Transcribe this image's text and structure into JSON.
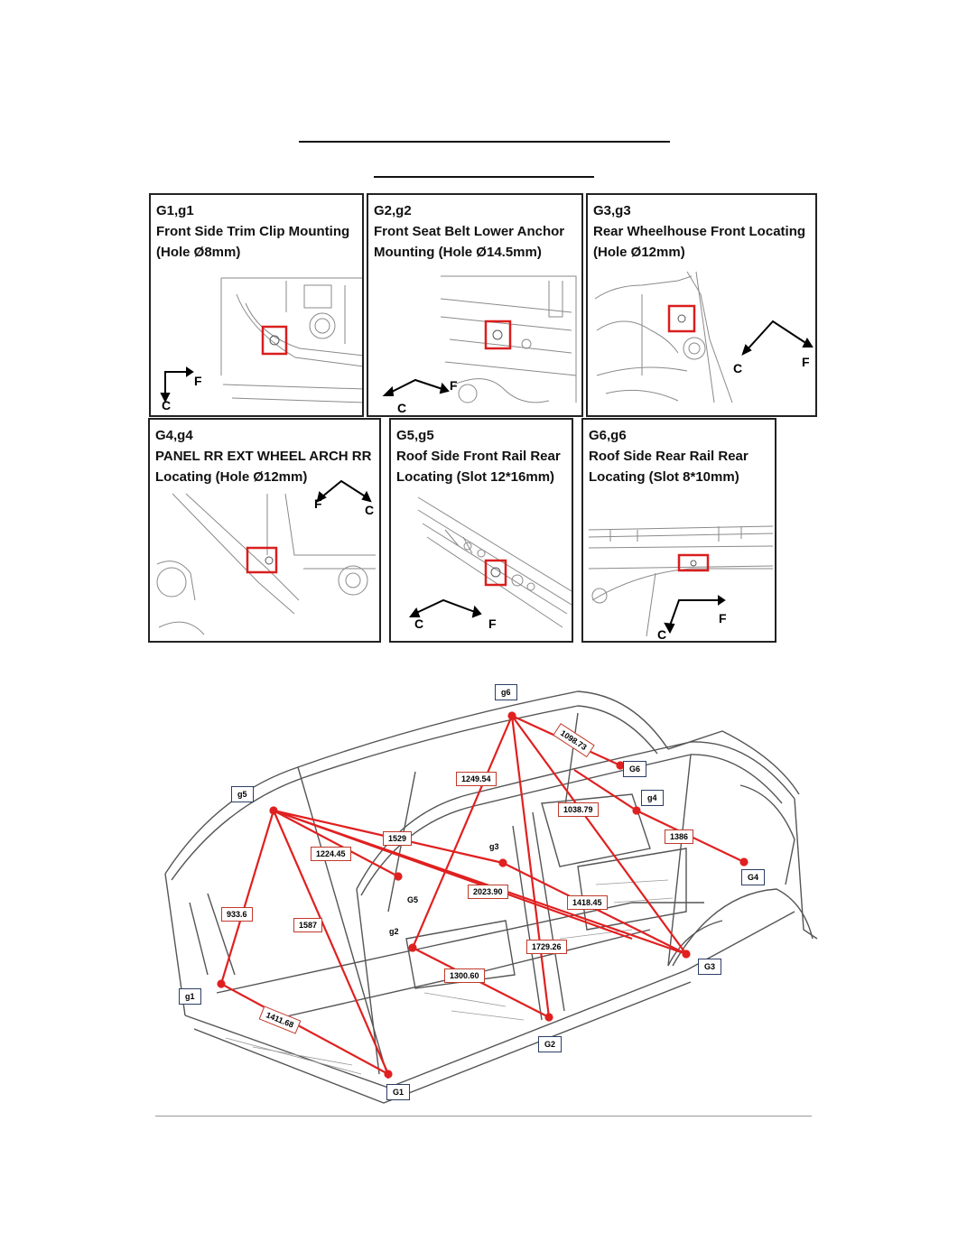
{
  "panels": [
    {
      "id": "g1",
      "title": "G1,g1\nFront Side Trim Clip Mounting\n(Hole Ø8mm)",
      "axis": [
        "C",
        "F"
      ]
    },
    {
      "id": "g2",
      "title": "G2,g2\nFront Seat Belt Lower Anchor\nMounting (Hole Ø14.5mm)",
      "axis": [
        "C",
        "F"
      ]
    },
    {
      "id": "g3",
      "title": "G3,g3\nRear Wheelhouse Front Locating\n(Hole Ø12mm)",
      "axis": [
        "C",
        "F"
      ]
    },
    {
      "id": "g4",
      "title": "G4,g4\nPANEL RR EXT WHEEL ARCH RR\nLocating (Hole Ø12mm)",
      "axis": [
        "F",
        "C"
      ]
    },
    {
      "id": "g5",
      "title": "G5,g5\nRoof Side Front Rail Rear\nLocating (Slot 12*16mm)",
      "axis": [
        "C",
        "F"
      ]
    },
    {
      "id": "g6",
      "title": "G6,g6\nRoof Side Rear Rail Rear\nLocating (Slot 8*10mm)",
      "axis": [
        "C",
        "F"
      ]
    }
  ],
  "points": {
    "g1": "g1",
    "g2": "g2",
    "g3": "g3",
    "g4": "g4",
    "g5": "g5",
    "g6": "g6",
    "G1": "G1",
    "G2": "G2",
    "G3": "G3",
    "G4": "G4",
    "G5": "G5",
    "G6": "G6"
  },
  "dimensions": {
    "d1098": "1098.73",
    "d1249": "1249.54",
    "d1038": "1038.79",
    "d1386": "1386",
    "d1529": "1529",
    "d1224": "1224.45",
    "d2023": "2023.90",
    "d1418": "1418.45",
    "d933": "933.6",
    "d1587": "1587",
    "d1729": "1729.26",
    "d1300": "1300.60",
    "d1411": "1411.68"
  },
  "colors": {
    "measure_line": "#e02020",
    "panel_border": "#222222",
    "drawing": "#8a8a8a"
  }
}
